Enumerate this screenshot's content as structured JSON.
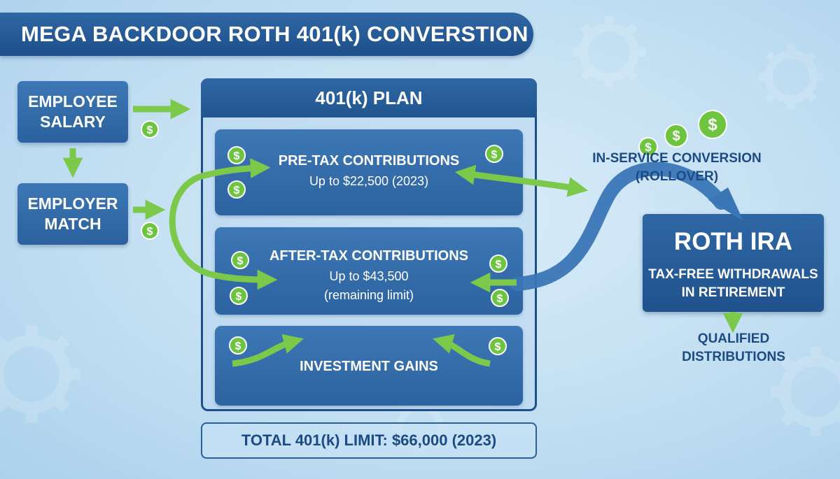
{
  "title": "MEGA BACKDOOR ROTH 401(k) CONVERSTION",
  "sources": {
    "salary": {
      "line1": "EMPLOYEE",
      "line2": "SALARY"
    },
    "match": {
      "line1": "EMPLOYER",
      "line2": "MATCH"
    }
  },
  "plan": {
    "header": "401(k) PLAN",
    "pretax": {
      "title": "PRE-TAX CONTRIBUTIONS",
      "sub": "Up to $22,500 (2023)"
    },
    "aftertax": {
      "title": "AFTER-TAX CONTRIBUTIONS",
      "sub1": "Up to $43,500",
      "sub2": "(remaining limit)"
    },
    "gains": {
      "title": "INVESTMENT GAINS"
    }
  },
  "total": "TOTAL 401(k) LIMIT: $66,000 (2023)",
  "conversion": {
    "line1": "IN-SERVICE CONVERSION",
    "line2": "(ROLLOVER)"
  },
  "roth": {
    "title": "ROTH IRA",
    "sub1": "TAX-FREE WITHDRAWALS",
    "sub2": "IN RETIREMENT"
  },
  "qualified": {
    "line1": "QUALIFIED",
    "line2": "DISTRIBUTIONS"
  },
  "coin_symbol": "$",
  "colors": {
    "navy": "#1e4f8b",
    "box_blue": "#3570af",
    "arrow_green": "#7cc84a",
    "coin_green": "#6cc43f",
    "flow_blue": "#3a76b6",
    "text_dark": "#1c4a85"
  }
}
